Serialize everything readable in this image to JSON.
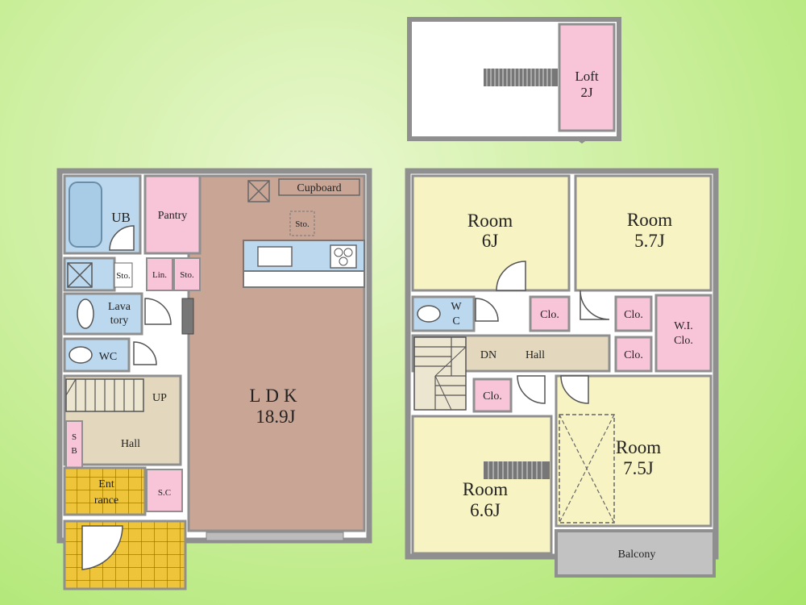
{
  "floor1": {
    "ub": "UB",
    "pantry": "Pantry",
    "cupboard": "Cupboard",
    "sto_kitchen": "Sto.",
    "sto": "Sto.",
    "lin": "Lin.",
    "sto_small": "Sto.",
    "lavatory_1": "Lava",
    "lavatory_2": "tory",
    "wc": "WC",
    "up": "UP",
    "hall": "Hall",
    "sb_1": "S",
    "sb_2": "B",
    "entrance_1": "Ent",
    "entrance_2": "rance",
    "sc": "S.C",
    "ldk": "LDK",
    "ldk_size": "18.9J"
  },
  "floor2": {
    "room_6_name": "Room",
    "room_6_size": "6J",
    "room_57_name": "Room",
    "room_57_size": "5.7J",
    "wc_1": "W",
    "wc_2": "C",
    "clo_1": "Clo.",
    "clo_2": "Clo.",
    "clo_3": "Clo.",
    "clo_4": "Clo.",
    "wi_clo_1": "W.I.",
    "wi_clo_2": "Clo.",
    "dn": "DN",
    "hall": "Hall",
    "room_66_name": "Room",
    "room_66_size": "6.6J",
    "room_75_name": "Room",
    "room_75_size": "7.5J",
    "balcony": "Balcony"
  },
  "loft": {
    "name": "Loft",
    "size": "2J"
  },
  "colors": {
    "room_yellow": "#f7f3c3",
    "ldk_brown": "#c9a596",
    "pink": "#f8c4d8",
    "blue": "#bcd8ee",
    "hall_tan": "#e3d8bd",
    "entrance_yellow": "#eec53a",
    "balcony_gray": "#c2c2c2",
    "wall": "#8f8f8f"
  }
}
